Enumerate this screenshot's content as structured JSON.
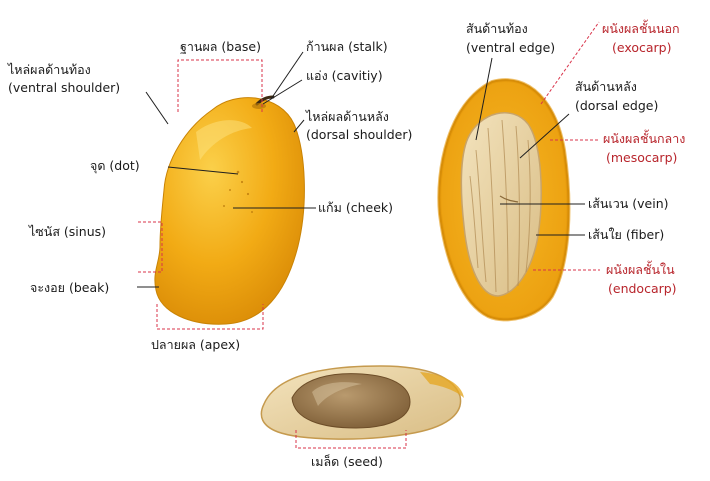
{
  "colors": {
    "label": "#1a1a1a",
    "red_label": "#b8252c",
    "dashed_box": "#d9334a",
    "mango_skin": "#f2ab15",
    "mango_flesh": "#f4ac18",
    "seed_husk": "#e9d3a3"
  },
  "labels": {
    "base": "ฐานผล (base)",
    "stalk": "ก้านผล (stalk)",
    "cavity": "แอ่ง (cavitiy)",
    "ventral_shoulder_th": "ไหล่ผลด้านท้อง",
    "ventral_shoulder_en": "(ventral shoulder)",
    "dorsal_shoulder_th": "ไหล่ผลด้านหลัง",
    "dorsal_shoulder_en": "(dorsal shoulder)",
    "dot": "จุด (dot)",
    "cheek": "แก้ม (cheek)",
    "sinus": "ไซนัส (sinus)",
    "beak": "จะงอย (beak)",
    "apex": "ปลายผล (apex)",
    "ventral_edge_th": "สันด้านท้อง",
    "ventral_edge_en": "(ventral edge)",
    "exocarp_th": "ผนังผลชั้นนอก",
    "exocarp_en": "(exocarp)",
    "dorsal_edge_th": "สันด้านหลัง",
    "dorsal_edge_en": "(dorsal edge)",
    "mesocarp_th": "ผนังผลชั้นกลาง",
    "mesocarp_en": "(mesocarp)",
    "vein": "เส้นเวน (vein)",
    "fiber": "เส้นใย (fiber)",
    "endocarp_th": "ผนังผลชั้นใน",
    "endocarp_en": "(endocarp)",
    "seed": "เมล็ด (seed)"
  }
}
